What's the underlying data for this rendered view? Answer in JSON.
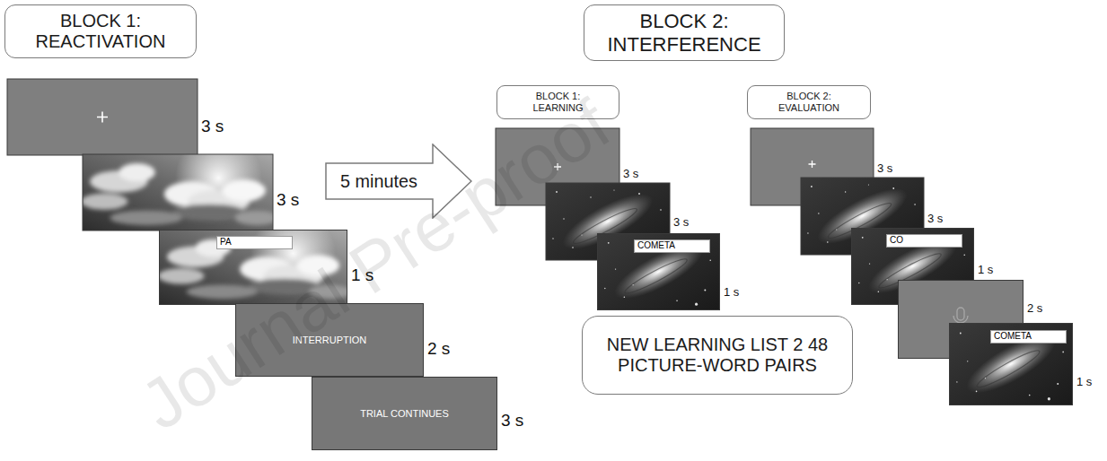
{
  "diagram": {
    "nodes": [
      {
        "text": [
          "BLOCK 1: REACTIVATION"
        ]
      },
      {
        "text": [
          "PA"
        ]
      },
      {
        "text": [
          "INTERRUPTION"
        ]
      },
      {
        "text": [
          "TRIAL CONTINUES"
        ]
      },
      {
        "text": [
          "5 minutes"
        ]
      },
      {
        "text": [
          "BLOCK 2: INTERFERENCE"
        ]
      },
      {
        "text": [
          "BLOCK 1: LEARNING"
        ]
      },
      {
        "text": [
          "COMETA"
        ]
      },
      {
        "text": [
          "BLOCK 2: EVALUATION"
        ]
      },
      {
        "text": [
          "CO"
        ]
      },
      {
        "text": [
          "COMETA"
        ]
      },
      {
        "text": [
          "NEW LEARNING LIST 2 48 PICTURE-WORD PAIRS"
        ]
      }
    ],
    "labels": [
      "3 s",
      "3 s",
      "1 s",
      "2 s",
      "3 s",
      "3 s",
      "3 s",
      "1 s",
      "3 s",
      "3 s",
      "1 s",
      "2 s",
      "1 s",
      "Journal Pre-proof"
    ]
  }
}
